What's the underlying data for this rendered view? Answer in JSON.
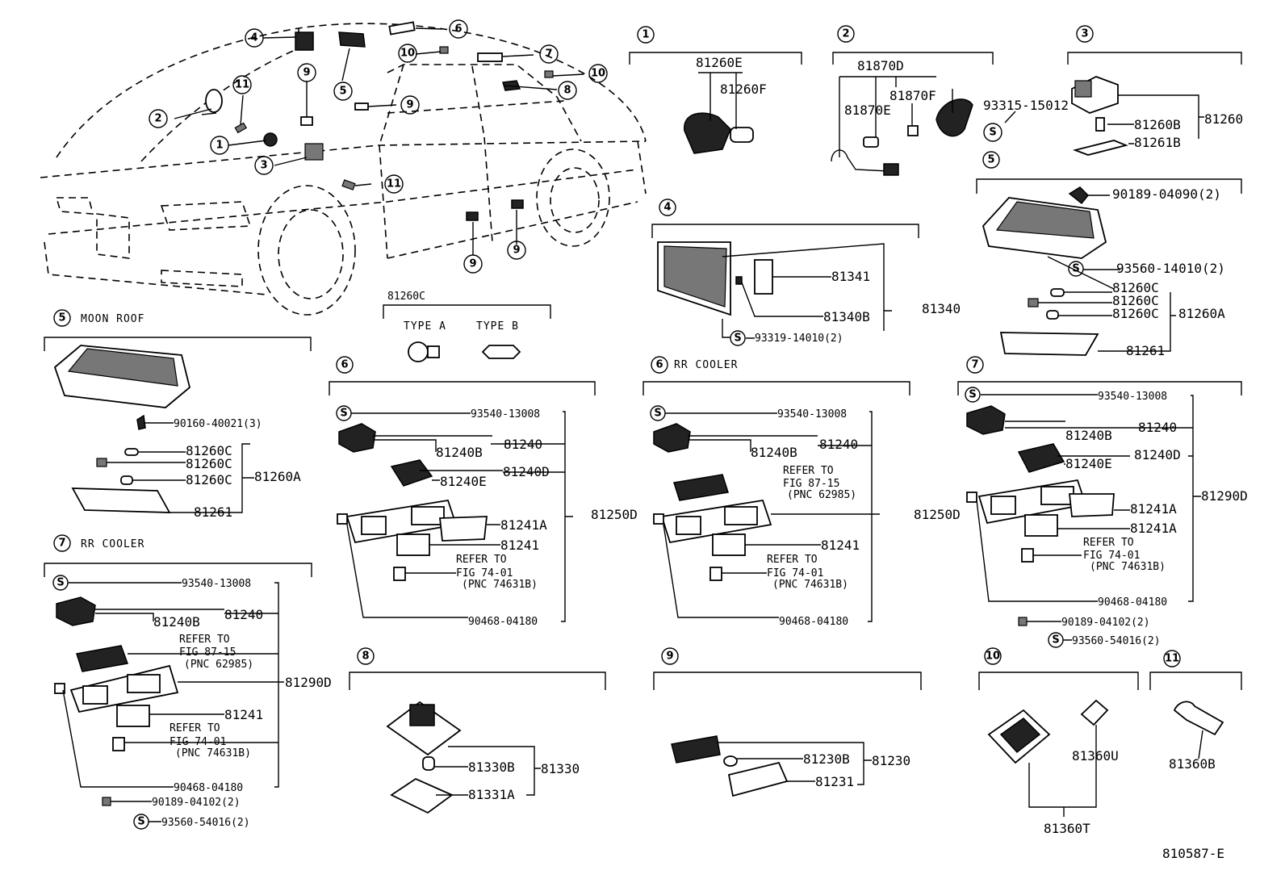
{
  "refs": {
    "r1": "1",
    "r2": "2",
    "r3": "3",
    "r4": "4",
    "r5": "5",
    "r6": "6",
    "r7": "7",
    "r8": "8",
    "r9": "9",
    "r10": "10",
    "r11": "11"
  },
  "car": {
    "c4": "4",
    "c6": "6",
    "c10": "10",
    "c7": "7",
    "c10b": "10",
    "c8": "8",
    "c11a": "11",
    "c9a": "9",
    "c5": "5",
    "c9b": "9",
    "c2": "2",
    "c1": "1",
    "c3": "3",
    "c11b": "11",
    "c9c": "9",
    "c9d": "9"
  },
  "box1": {
    "num": "1",
    "p1": "81260E",
    "p2": "81260F"
  },
  "box2": {
    "num": "2",
    "p1": "81870D",
    "p2": "81870F",
    "p3": "81870E",
    "p4": "93315-15012"
  },
  "box3": {
    "num": "3",
    "p1": "81260B",
    "p2": "81260",
    "p3": "81261B"
  },
  "box5r": {
    "num": "5",
    "p1": "90189-04090(2)",
    "p2": "93560-14010(2)",
    "p3": "81260C",
    "p4": "81260C",
    "p5": "81260C",
    "p6": "81260A",
    "p7": "81261"
  },
  "box4": {
    "num": "4",
    "p1": "81341",
    "p2": "81340B",
    "p3": "81340",
    "p4": "93319-14010(2)"
  },
  "bulbs": {
    "title": "81260C",
    "typeA": "TYPE A",
    "typeB": "TYPE B"
  },
  "box5m": {
    "num": "5",
    "cap": "MOON ROOF",
    "p1": "90160-40021(3)",
    "p2": "81260C",
    "p3": "81260C",
    "p4": "81260C",
    "p5": "81260A",
    "p6": "81261"
  },
  "box6a": {
    "num": "6",
    "p1": "93540-13008",
    "p2": "81240B",
    "p3": "81240",
    "p4": "81240D",
    "p5": "81240E",
    "p6": "81241A",
    "p7": "81241",
    "p8": "REFER TO",
    "p9": "FIG 74-01",
    "p10": "(PNC 74631B)",
    "p11": "90468-04180",
    "p12": "81250D"
  },
  "box6b": {
    "num": "6",
    "cap": "RR COOLER",
    "p1": "93540-13008",
    "p2": "81240B",
    "p3": "81240",
    "p4": "REFER TO",
    "p5": "FIG 87-15",
    "p6": "(PNC 62985)",
    "p7": "81241",
    "p8": "REFER TO",
    "p9": "FIG 74-01",
    "p10": "(PNC 74631B)",
    "p11": "90468-04180",
    "p12": "81250D"
  },
  "box7r": {
    "num": "7",
    "p1": "93540-13008",
    "p2": "81240B",
    "p3": "81240",
    "p4": "81240E",
    "p5": "81240D",
    "p6": "81241A",
    "p7": "81241A",
    "p8": "81290D",
    "p9": "REFER TO",
    "p10": "FIG 74-01",
    "p11": "(PNC 74631B)",
    "p12": "90468-04180",
    "p13": "90189-04102(2)",
    "p14": "93560-54016(2)"
  },
  "box7l": {
    "num": "7",
    "cap": "RR COOLER",
    "p1": "93540-13008",
    "p2": "81240B",
    "p3": "81240",
    "p4": "REFER TO",
    "p5": "FIG 87-15",
    "p6": "(PNC 62985)",
    "p7": "81290D",
    "p8": "81241",
    "p9": "REFER TO",
    "p10": "FIG 74-01",
    "p11": "(PNC 74631B)",
    "p12": "90468-04180",
    "p13": "90189-04102(2)",
    "p14": "93560-54016(2)"
  },
  "box8": {
    "num": "8",
    "p1": "81330B",
    "p2": "81330",
    "p3": "81331A"
  },
  "box9": {
    "num": "9",
    "p1": "81230B",
    "p2": "81230",
    "p3": "81231"
  },
  "box10": {
    "num": "10",
    "p1": "81360U",
    "p2": "81360T"
  },
  "box11": {
    "num": "11",
    "p1": "81360B"
  },
  "s_mark": "S",
  "code": "810587-E"
}
